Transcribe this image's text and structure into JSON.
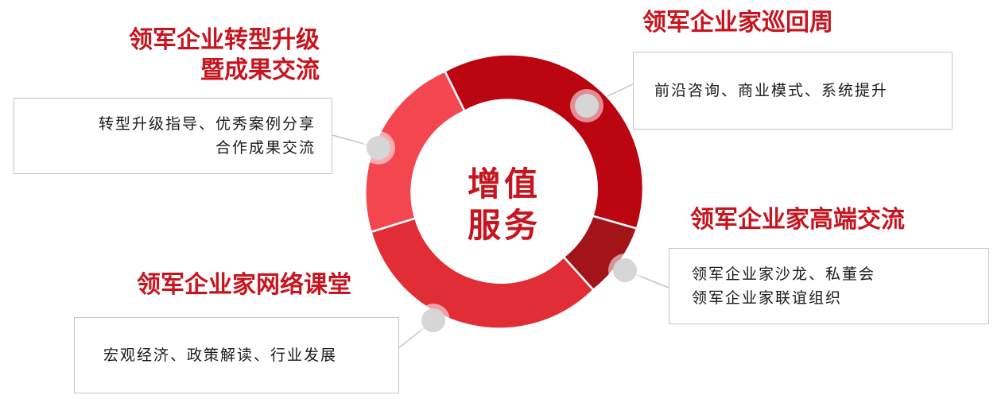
{
  "colors": {
    "accent": "#c8141e",
    "segment_top": "#bb0510",
    "segment_right": "#a3141a",
    "segment_bottom": "#e12d35",
    "segment_left": "#f4464f",
    "knob": "#d6d6d6",
    "box_border": "#c6c6c6"
  },
  "center": {
    "line1": "增值",
    "line2": "服务"
  },
  "sections": {
    "top_left": {
      "title_line1": "领军企业转型升级",
      "title_line2": "暨成果交流",
      "desc_line1": "转型升级指导、优秀案例分享",
      "desc_line2": "合作成果交流"
    },
    "top_right": {
      "title": "领军企业家巡回周",
      "desc": "前沿咨询、商业模式、系统提升"
    },
    "mid_right": {
      "title": "领军企业家高端交流",
      "desc_line1": "领军企业家沙龙、私董会",
      "desc_line2": "领军企业家联谊组织"
    },
    "bottom_left": {
      "title": "领军企业家网络课堂",
      "desc": "宏观经济、政策解读、行业发展"
    }
  }
}
